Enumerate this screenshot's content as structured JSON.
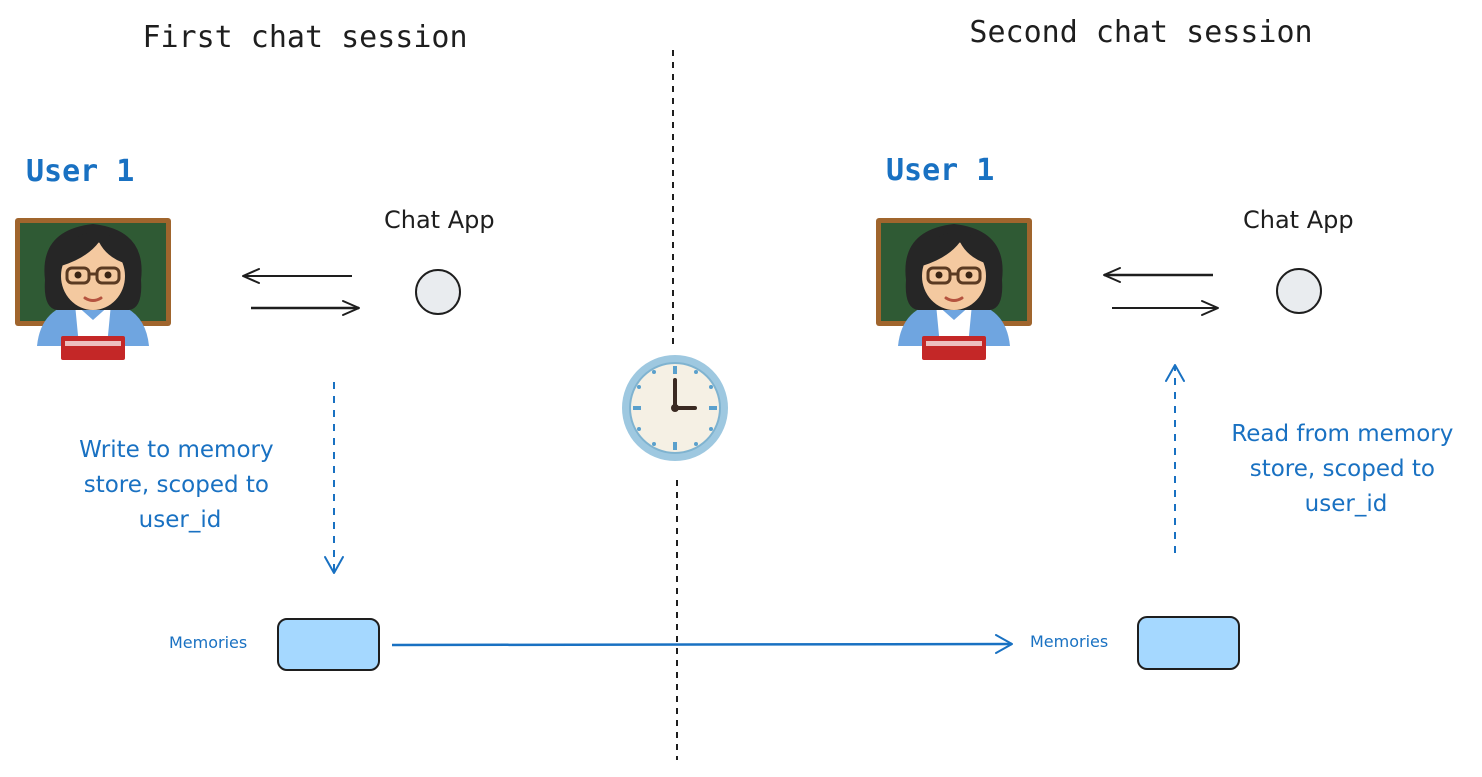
{
  "sessions": {
    "first": {
      "title": "First chat session",
      "user_label": "User 1",
      "app_label": "Chat App",
      "memory_label": "Memories",
      "action_lines": [
        "Write to memory",
        "store, scoped to",
        "user_id"
      ]
    },
    "second": {
      "title": "Second chat session",
      "user_label": "User 1",
      "app_label": "Chat App",
      "memory_label": "Memories",
      "action_lines": [
        "Read from memory",
        "store, scoped to",
        "user_id"
      ]
    }
  },
  "icons": {
    "user": "teacher-woman-icon",
    "time": "clock-icon"
  },
  "colors": {
    "title_text": "#1e1e1e",
    "user_label": "#1971c2",
    "annotation": "#1971c2",
    "memory_fill": "#a5d8ff",
    "memory_stroke": "#1e1e1e",
    "app_node_fill": "#e9ecef",
    "divider": "#1e1e1e"
  }
}
